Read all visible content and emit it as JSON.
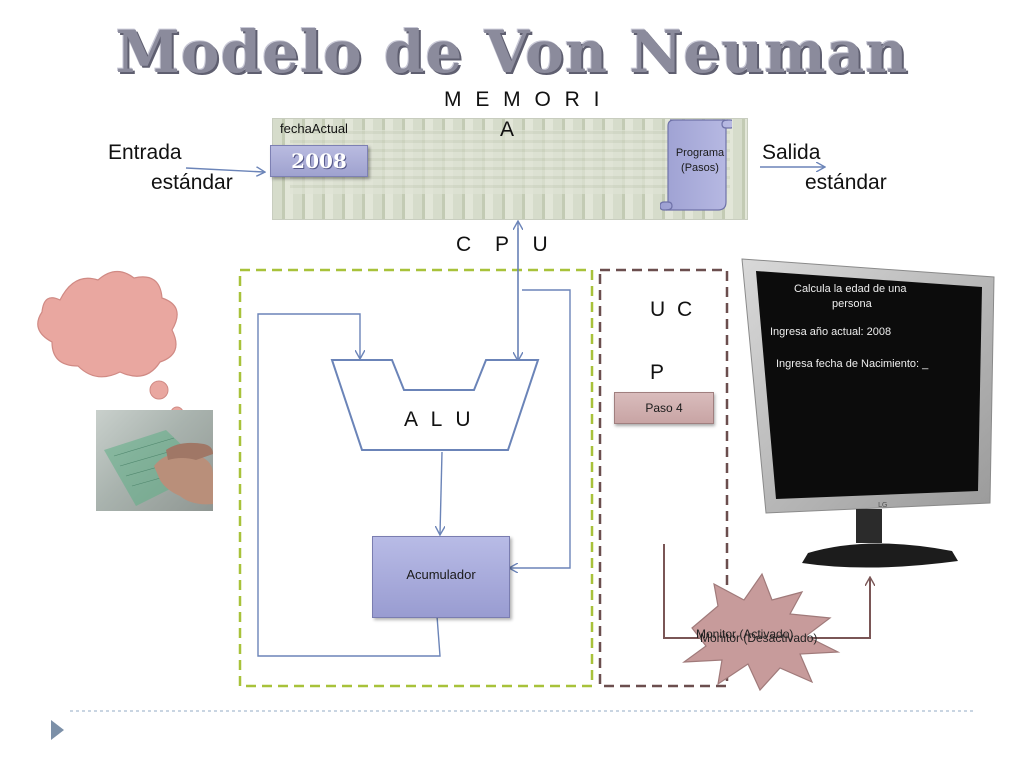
{
  "title": "Modelo de Von Neuman",
  "memory": {
    "label_line1": "M E M O R I",
    "label_line2": "A",
    "variable_label": "fechaActual",
    "variable_value": "2008",
    "program_line1": "Programa",
    "program_line2": "(Pasos)"
  },
  "input": {
    "line1": "Entrada",
    "line2": "estándar"
  },
  "output": {
    "line1": "Salida",
    "line2": "estándar"
  },
  "cpu": {
    "label": "C P U",
    "alu_label": "A L U",
    "accumulator_label": "Acumulador",
    "uc_label_line1": "U C",
    "uc_label_line2": "P",
    "step_label": "Paso 4"
  },
  "monitor": {
    "line1": "Calcula la edad de una",
    "line2": "persona",
    "line3": "Ingresa año actual: 2008",
    "line4": "Ingresa fecha de Nacimiento: _",
    "status_a": "Monitor (Activado)",
    "status_b": "Monitor (Desactivado)"
  },
  "colors": {
    "title": "#8b8b9c",
    "alu_frame": "#a8c23a",
    "uc_frame": "#6b4e4e",
    "arrows": "#6b84b8",
    "burst": "#c79b9b",
    "thought_cloud": "#e9a7a0",
    "footer_line": "#a9bcd0"
  }
}
